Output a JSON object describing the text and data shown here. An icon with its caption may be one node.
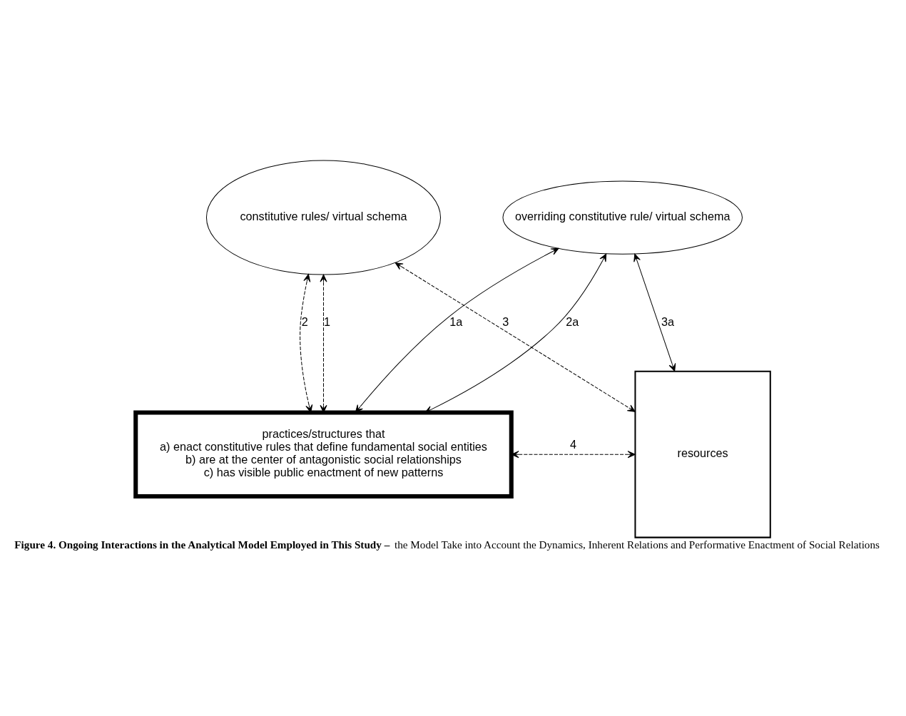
{
  "diagram": {
    "caption": "**Figure 4. Ongoing Interactions in the Analytical Model Employed in This Study –** the Model Take into Account the Dynamics, Inherent Relations and Performative Enactment of Social Relations",
    "nodes": [
      {
        "text": [
          "constitutive rules/ virtual schema"
        ]
      },
      {
        "text": [
          "overriding constitutive rule/ virtual schema"
        ]
      },
      {
        "text": [
          "practices/structures that",
          "a) enact constitutive rules that define fundamental social entities",
          "b) are at the center of antagonistic social relationships",
          "c) has visible public enactment of new patterns"
        ]
      },
      {
        "text": [
          "resources"
        ]
      }
    ],
    "edges": [
      {
        "from": 0,
        "to": 2,
        "arrow": "both",
        "label": "1",
        "style": "dashed"
      },
      {
        "from": 0,
        "to": 2,
        "arrow": "both",
        "label": "2",
        "style": "dashed"
      },
      {
        "from": 1,
        "to": 2,
        "arrow": "both",
        "label": "1a"
      },
      {
        "from": 1,
        "to": 2,
        "arrow": "both",
        "label": "2a"
      },
      {
        "from": 0,
        "to": 3,
        "arrow": "both",
        "label": "3",
        "style": "dashed"
      },
      {
        "from": 1,
        "to": 3,
        "arrow": "both",
        "label": "3a"
      },
      {
        "from": 2,
        "to": 3,
        "arrow": "both",
        "label": "4",
        "style": "dashed"
      }
    ]
  }
}
